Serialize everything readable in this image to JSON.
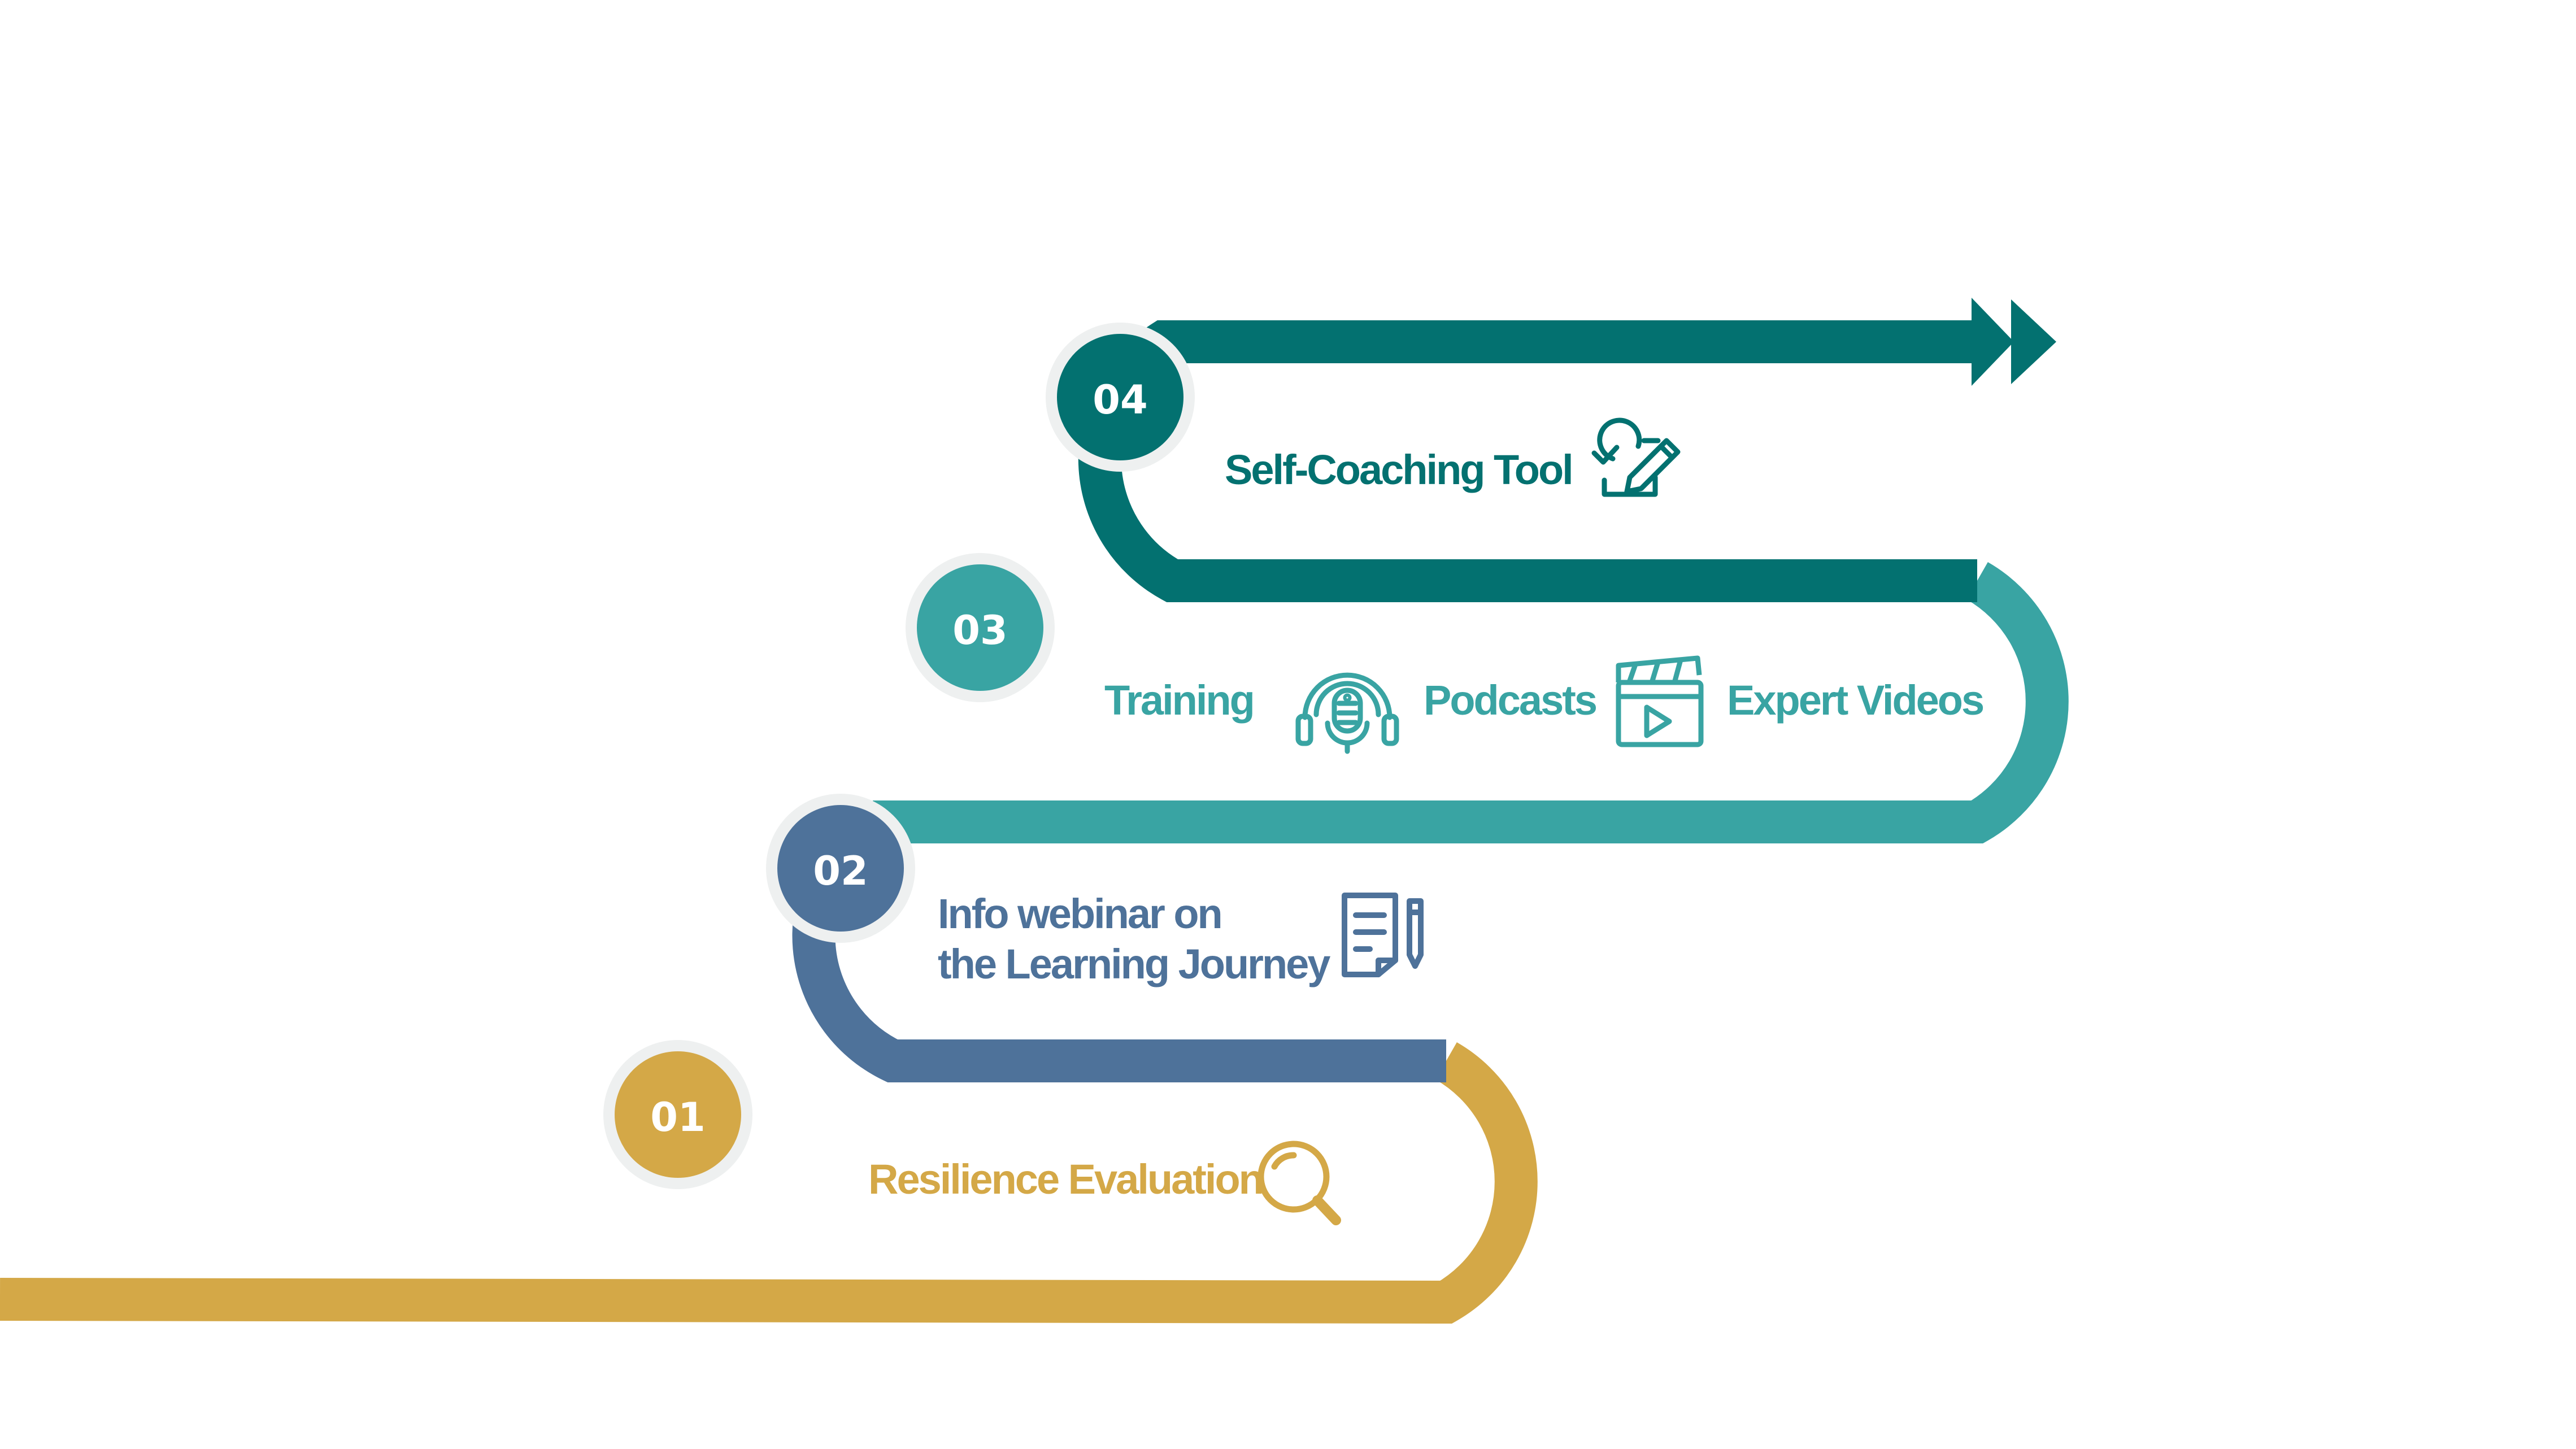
{
  "steps": [
    {
      "number": "01",
      "labels": [
        "Resilience Evaluation"
      ],
      "color": "#D4A847",
      "icon": "magnifier-icon"
    },
    {
      "number": "02",
      "labels": [
        "Info webinar on",
        "the Learning Journey"
      ],
      "color": "#4E729A",
      "icon": "notepad-pencil-icon"
    },
    {
      "number": "03",
      "labels": [
        "Training",
        "Podcasts",
        "Expert Videos"
      ],
      "color": "#39A4A3",
      "icons": [
        "podcast-microphone-icon",
        "clapperboard-video-icon"
      ]
    },
    {
      "number": "04",
      "labels": [
        "Self-Coaching Tool"
      ],
      "color": "#037170",
      "icon": "checklist-pencil-icon"
    }
  ],
  "badge_ring_color": "#EEF0F0"
}
